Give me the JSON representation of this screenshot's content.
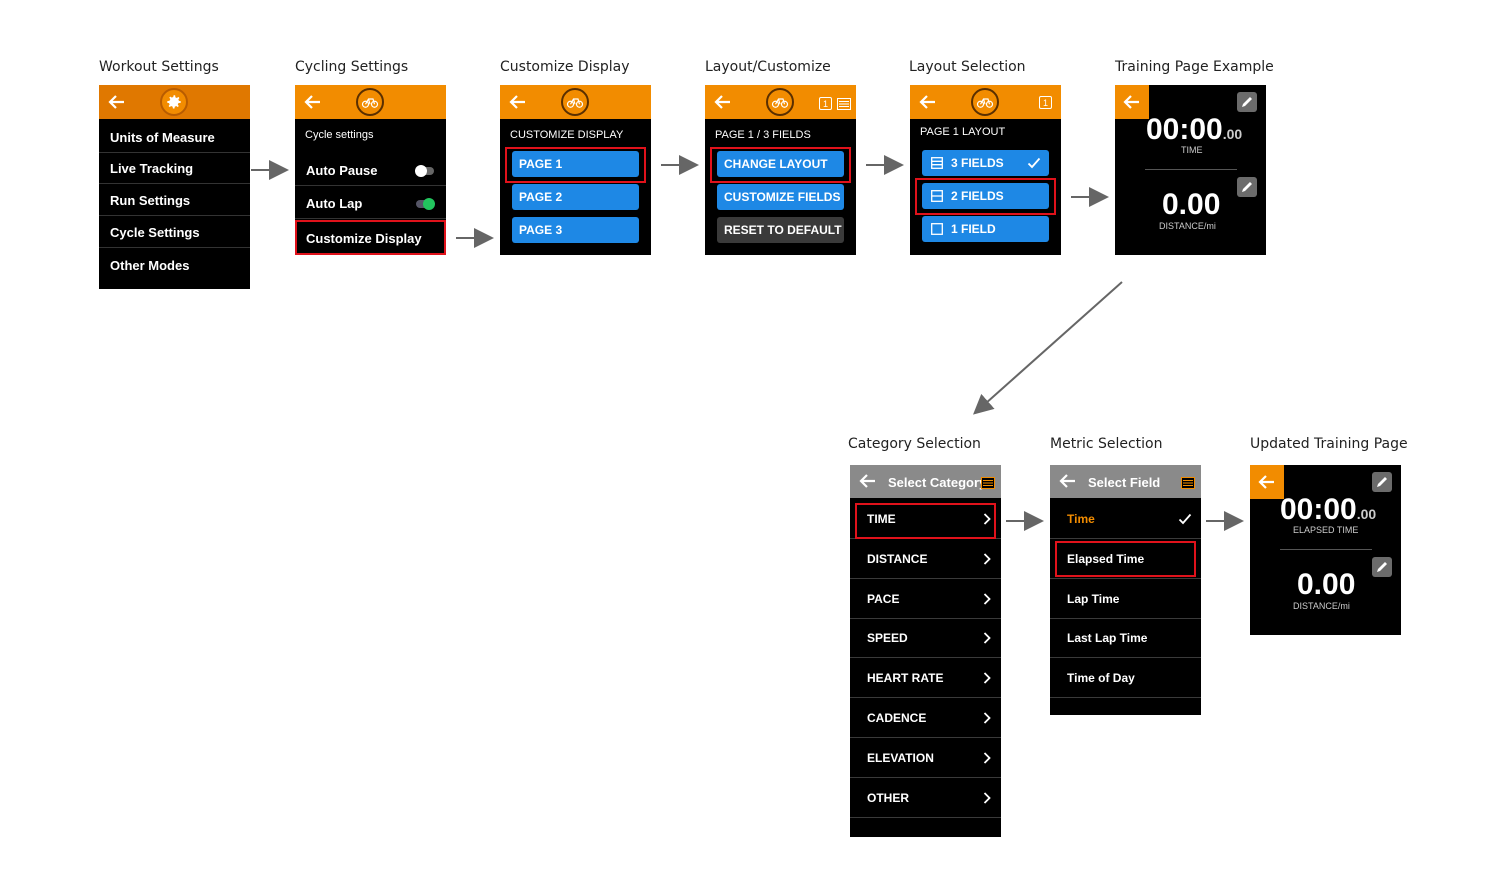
{
  "captions": {
    "workout": "Workout Settings",
    "cycling": "Cycling Settings",
    "customize": "Customize Display",
    "layoutcust": "Layout/Customize",
    "layoutsel": "Layout Selection",
    "training": "Training Page Example",
    "category": "Category Selection",
    "metric": "Metric Selection",
    "updated": "Updated Training Page"
  },
  "workout": {
    "items": [
      "Units of Measure",
      "Live Tracking",
      "Run Settings",
      "Cycle Settings",
      "Other Modes"
    ]
  },
  "cycling": {
    "section": "Cycle settings",
    "auto_pause": "Auto Pause",
    "auto_lap": "Auto Lap",
    "customize_display": "Customize Display",
    "auto_pause_on": false,
    "auto_lap_on": true
  },
  "customize": {
    "section": "CUSTOMIZE DISPLAY",
    "pages": [
      "PAGE 1",
      "PAGE 2",
      "PAGE 3"
    ]
  },
  "layoutcust": {
    "section": "PAGE 1 / 3 FIELDS",
    "page_num": "1",
    "change_layout": "CHANGE LAYOUT",
    "customize_fields": "CUSTOMIZE FIELDS",
    "reset": "RESET TO DEFAULT"
  },
  "layoutsel": {
    "section": "PAGE 1 LAYOUT",
    "page_num": "1",
    "options": [
      "3 FIELDS",
      "2 FIELDS",
      "1 FIELD"
    ]
  },
  "training": {
    "time_main": "00:00",
    "time_frac": ".00",
    "time_label": "TIME",
    "dist_value": "0.00",
    "dist_label": "DISTANCE/mi"
  },
  "category": {
    "title": "Select Category",
    "items": [
      "TIME",
      "DISTANCE",
      "PACE",
      "SPEED",
      "HEART RATE",
      "CADENCE",
      "ELEVATION",
      "OTHER"
    ]
  },
  "metric": {
    "title": "Select Field",
    "items": [
      "Time",
      "Elapsed Time",
      "Lap Time",
      "Last Lap Time",
      "Time of Day"
    ]
  },
  "updated": {
    "time_main": "00:00",
    "time_frac": ".00",
    "time_label": "ELAPSED TIME",
    "dist_value": "0.00",
    "dist_label": "DISTANCE/mi"
  },
  "colors": {
    "accent_orange": "#f28c00",
    "button_blue": "#1e88e5",
    "highlight_red": "#e0121b",
    "toggle_green": "#22c55e"
  }
}
